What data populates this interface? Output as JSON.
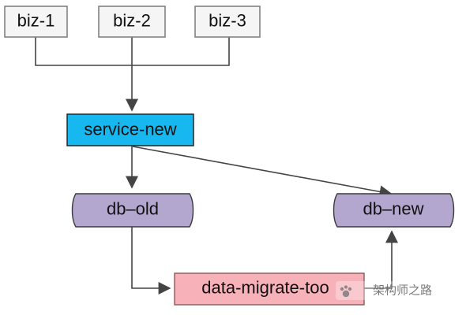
{
  "nodes": {
    "biz1": {
      "label": "biz-1",
      "fill": "#f5f5f5",
      "stroke": "#7a7a7a"
    },
    "biz2": {
      "label": "biz-2",
      "fill": "#f5f5f5",
      "stroke": "#7a7a7a"
    },
    "biz3": {
      "label": "biz-3",
      "fill": "#f5f5f5",
      "stroke": "#7a7a7a"
    },
    "service_new": {
      "label": "service-new",
      "fill": "#17b7f0",
      "stroke": "#1d1d1d"
    },
    "db_old": {
      "label": "db–old",
      "fill": "#b3a6cf",
      "stroke": "#3a3a3a"
    },
    "db_new": {
      "label": "db–new",
      "fill": "#b3a6cf",
      "stroke": "#3a3a3a"
    },
    "data_migrate_tool": {
      "label": "data-migrate-too",
      "fill": "#f7b1b9",
      "stroke": "#8a5a5a"
    }
  },
  "edges": [
    "biz-1 to service-new",
    "biz-2 to service-new",
    "biz-3 to service-new",
    "service-new to db-old",
    "service-new to db-new",
    "db-old to data-migrate-tool",
    "data-migrate-tool to db-new"
  ],
  "watermark": {
    "text": "架构师之路"
  },
  "colors": {
    "line": "#444444"
  }
}
